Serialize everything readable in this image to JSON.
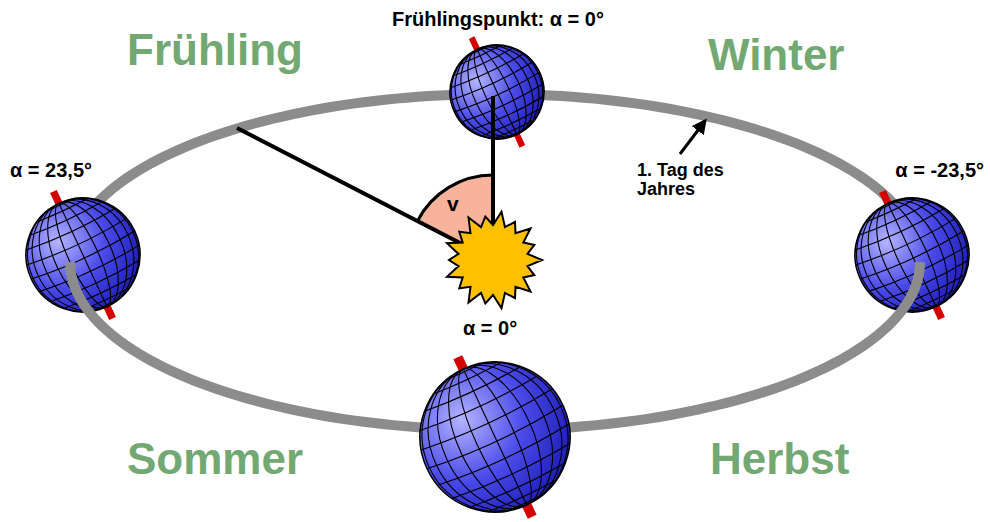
{
  "diagram": {
    "labels": [
      "Frühling",
      "Frühlingspunkt: α = 0°",
      "Winter",
      "α = 23,5°",
      "v",
      "1. Tag des Jahres",
      "α = -23,5°",
      "α = 0°",
      "Sommer",
      "Herbst"
    ]
  }
}
